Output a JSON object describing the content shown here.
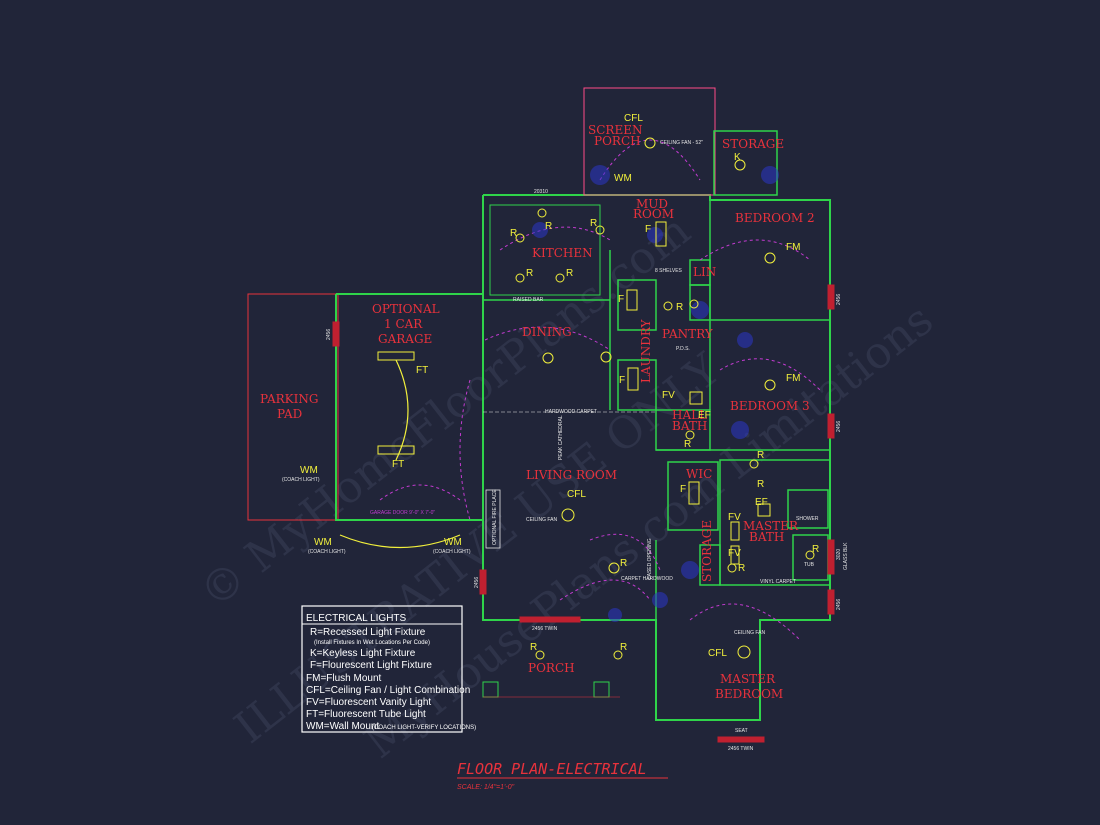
{
  "watermark": {
    "line1": "© MyHomeFloorPlans.com",
    "line2": "ILLUSTRATIVE USE ONLY",
    "line3": "MyHousePlans.com Limitations"
  },
  "rooms": {
    "screen_porch_1": "SCREEN",
    "screen_porch_2": "PORCH",
    "storage": "STORAGE",
    "kitchen": "KITCHEN",
    "mud_room_1": "MUD",
    "mud_room_2": "ROOM",
    "bedroom2": "BEDROOM 2",
    "optional_garage_1": "OPTIONAL",
    "optional_garage_2": "1 CAR",
    "optional_garage_3": "GARAGE",
    "dining": "DINING",
    "pantry": "PANTRY",
    "hall_closet": "LIN",
    "bedroom3": "BEDROOM 3",
    "parking_1": "PARKING",
    "parking_2": "PAD",
    "hall_bath_1": "HALL",
    "hall_bath_2": "BATH",
    "living_room": "LIVING ROOM",
    "wic": "WIC",
    "master_bath_1": "MASTER",
    "master_bath_2": "BATH",
    "porch": "PORCH",
    "master_bedroom_1": "MASTER",
    "master_bedroom_2": "BEDROOM",
    "laundry": "LAUNDRY",
    "storage2": "STORAGE"
  },
  "fixture_labels": {
    "cfl": "CFL",
    "r": "R",
    "k": "K",
    "f": "F",
    "fm": "FM",
    "ft": "FT",
    "wm": "WM",
    "fv": "FV",
    "ef": "EF"
  },
  "notes": {
    "ceiling_fan_52": "CEILING FAN - 52\"",
    "ceiling_fan": "CEILING FAN",
    "coach_light": "(COACH LIGHT)",
    "raised_bar": "RAISED BAR",
    "shelves": "8 SHELVES",
    "garage_door": "GARAGE DOOR  9'-0\" X 7'-0\"",
    "optional_fireplace": "OPTIONAL FIRE PLACE",
    "peak_cathedral": "PEAK CATHEDRAL",
    "hardwood_carpet": "HARDWOOD CARPET",
    "carpet_hardwood": "CARPET HARDWOOD",
    "vinyl_carpet": "VINYL CARPET",
    "cased_opening": "CASED OPENING",
    "glass_blk": "GLASS BLK",
    "seat": "SEAT",
    "pds": "P.D.S.",
    "shower": "SHOWER",
    "tub": "TUB",
    "win_top": "20310",
    "win_2456": "2456",
    "win_2456_twin": "2456 TWIN",
    "win_3020": "3020"
  },
  "legend": {
    "title": "ELECTRICAL LIGHTS",
    "r": "R=Recessed Light Fixture",
    "r_note": "(Install Fixtures In Wet Locations Per Code)",
    "k": "K=Keyless Light Fixture",
    "f": "F=Flourescent Light Fixture",
    "fm": "FM=Flush Mount",
    "cfl": "CFL=Ceiling Fan / Light Combination",
    "fv": "FV=Fluorescent Vanity Light",
    "ft": "FT=Fluorescent Tube Light",
    "wm": "WM=Wall Mount",
    "wm_note": "(COACH LIGHT-VERIFY LOCATIONS)"
  },
  "sheet": {
    "title": "FLOOR PLAN-ELECTRICAL",
    "scale": "SCALE: 1/4\"=1'-0\""
  },
  "colors": {
    "background": "#212539",
    "walls": "#2fd44a",
    "room_labels": "#e8323c",
    "fixtures": "#f2f03c",
    "switch_wiring": "#c23bd0",
    "dimensions": "#e6e6e6"
  }
}
